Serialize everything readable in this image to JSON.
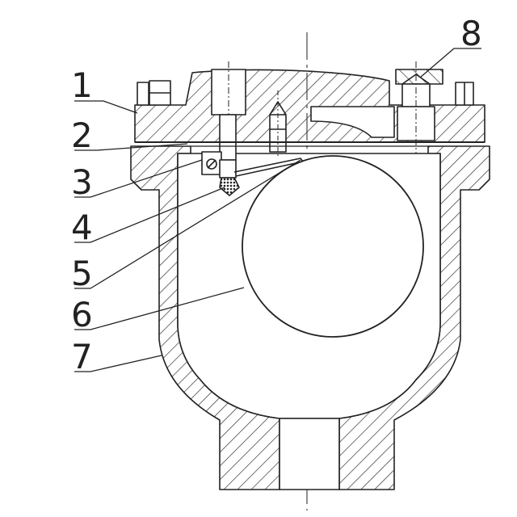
{
  "drawing": {
    "line_color": "#222222",
    "hatch_color": "#333333",
    "background": "#ffffff"
  },
  "callouts": [
    {
      "id": "1",
      "label": "1"
    },
    {
      "id": "2",
      "label": "2"
    },
    {
      "id": "3",
      "label": "3"
    },
    {
      "id": "4",
      "label": "4"
    },
    {
      "id": "5",
      "label": "5"
    },
    {
      "id": "6",
      "label": "6"
    },
    {
      "id": "7",
      "label": "7"
    },
    {
      "id": "8",
      "label": "8"
    }
  ]
}
